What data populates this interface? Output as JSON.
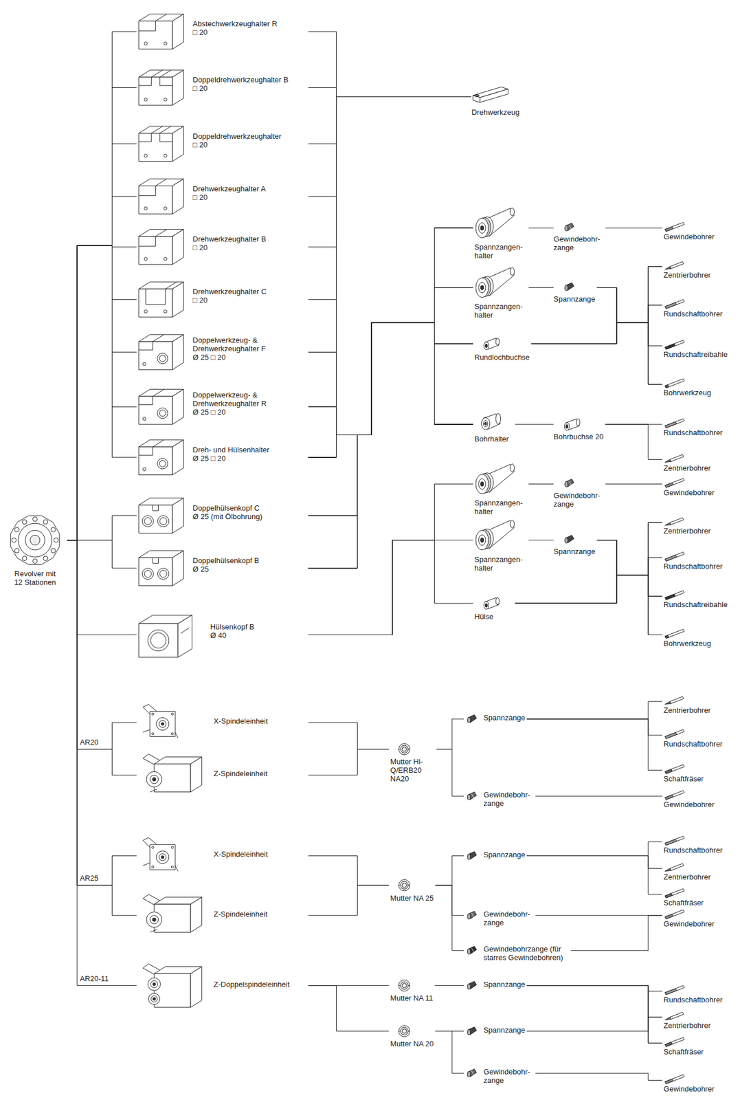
{
  "diagram": {
    "nodes": [
      {
        "text": [
          "Revolver mit 12 Stationen"
        ]
      },
      {
        "text": [
          "Abstechwerkzeughalter R",
          "□ 20"
        ]
      },
      {
        "text": [
          "Doppeldrehwerkzeughalter B",
          "□ 20"
        ]
      },
      {
        "text": [
          "Doppeldrehwerkzeughalter",
          "□ 20"
        ]
      },
      {
        "text": [
          "Drehwerkzeughalter A",
          "□ 20"
        ]
      },
      {
        "text": [
          "Drehwerkzeughalter B",
          "□ 20"
        ]
      },
      {
        "text": [
          "Drehwerkzeughalter C",
          "□ 20"
        ]
      },
      {
        "text": [
          "Doppelwerkzeug- & Drehwerkzeughalter F",
          "Ø 25 □ 20"
        ]
      },
      {
        "text": [
          "Doppelwerkzeug- & Drehwerkzeughalter R",
          "Ø 25 □ 20"
        ]
      },
      {
        "text": [
          "Dreh- und Hülsenhalter",
          "Ø 25 □ 20"
        ]
      },
      {
        "text": [
          "Doppelhülsenkopf C",
          "Ø 25 (mit Ölbohrung)"
        ]
      },
      {
        "text": [
          "Doppelhülsenkopf B",
          "Ø 25"
        ]
      },
      {
        "text": [
          "Hülsenkopf B",
          "Ø 40"
        ]
      },
      {
        "text": [
          "Drehwerkzeug"
        ]
      },
      {
        "text": [
          "Spannzangen- halter"
        ]
      },
      {
        "text": [
          "Gewindebohr- zange"
        ]
      },
      {
        "text": [
          "Gewindebohrer"
        ]
      },
      {
        "text": [
          "Spannzangen- halter"
        ]
      },
      {
        "text": [
          "Spannzange"
        ]
      },
      {
        "text": [
          "Rundlochbuchse"
        ]
      },
      {
        "text": [
          "Zentrierbohrer"
        ]
      },
      {
        "text": [
          "Rundschaftbohrer"
        ]
      },
      {
        "text": [
          "Rundschaftreibahle"
        ]
      },
      {
        "text": [
          "Bohrwerkzeug"
        ]
      },
      {
        "text": [
          "Bohrhalter"
        ]
      },
      {
        "text": [
          "Bohrbuchse 20"
        ]
      },
      {
        "text": [
          "Rundschaftbohrer"
        ]
      },
      {
        "text": [
          "Zentrierbohrer"
        ]
      },
      {
        "text": [
          "Spannzangen- halter"
        ]
      },
      {
        "text": [
          "Gewindebohr- zange"
        ]
      },
      {
        "text": [
          "Gewindebohrer"
        ]
      },
      {
        "text": [
          "Spannzangen- halter"
        ]
      },
      {
        "text": [
          "Spannzange"
        ]
      },
      {
        "text": [
          "Hülse"
        ]
      },
      {
        "text": [
          "Zentrierbohrer"
        ]
      },
      {
        "text": [
          "Rundschaftbohrer"
        ]
      },
      {
        "text": [
          "Rundschaftreibahle"
        ]
      },
      {
        "text": [
          "Bohrwerkzeug"
        ]
      },
      {
        "text": [
          "X-Spindeleinheit"
        ]
      },
      {
        "text": [
          "Z-Spindeleinheit"
        ]
      },
      {
        "text": [
          "Mutter Hi-Q/ERB20 NA20"
        ]
      },
      {
        "text": [
          "Spannzange"
        ]
      },
      {
        "text": [
          "Gewindebohr- zange"
        ]
      },
      {
        "text": [
          "Zentrierbohrer"
        ]
      },
      {
        "text": [
          "Rundschaftbohrer"
        ]
      },
      {
        "text": [
          "Schaftfräser"
        ]
      },
      {
        "text": [
          "Gewindebohrer"
        ]
      },
      {
        "text": [
          "X-Spindeleinheit"
        ]
      },
      {
        "text": [
          "Z-Spindeleinheit"
        ]
      },
      {
        "text": [
          "Mutter NA 25"
        ]
      },
      {
        "text": [
          "Spannzange"
        ]
      },
      {
        "text": [
          "Gewindebohr- zange"
        ]
      },
      {
        "text": [
          "Gewindebohrzange (für starres Gewindebohren)"
        ]
      },
      {
        "text": [
          "Rundschaftbohrer"
        ]
      },
      {
        "text": [
          "Zentrierbohrer"
        ]
      },
      {
        "text": [
          "Schaftfräser"
        ]
      },
      {
        "text": [
          "Gewindebohrer"
        ]
      },
      {
        "text": [
          "Z-Doppelspindeleinheit"
        ]
      },
      {
        "text": [
          "Mutter NA 11"
        ]
      },
      {
        "text": [
          "Mutter NA 20"
        ]
      },
      {
        "text": [
          "Spannzange"
        ]
      },
      {
        "text": [
          "Spannzange"
        ]
      },
      {
        "text": [
          "Gewindebohr- zange"
        ]
      },
      {
        "text": [
          "Rundschaftbohrer"
        ]
      },
      {
        "text": [
          "Zentrierbohrer"
        ]
      },
      {
        "text": [
          "Schaftfräser"
        ]
      },
      {
        "text": [
          "Gewindebohrer"
        ]
      }
    ],
    "edges": [
      {
        "from": 0,
        "to": 1,
        "arrow": "none"
      },
      {
        "from": 0,
        "to": 2,
        "arrow": "none"
      },
      {
        "from": 0,
        "to": 3,
        "arrow": "none"
      },
      {
        "from": 0,
        "to": 4,
        "arrow": "none"
      },
      {
        "from": 0,
        "to": 5,
        "arrow": "none"
      },
      {
        "from": 0,
        "to": 6,
        "arrow": "none"
      },
      {
        "from": 0,
        "to": 7,
        "arrow": "none"
      },
      {
        "from": 0,
        "to": 8,
        "arrow": "none"
      },
      {
        "from": 0,
        "to": 9,
        "arrow": "none"
      },
      {
        "from": 0,
        "to": 10,
        "arrow": "none"
      },
      {
        "from": 0,
        "to": 11,
        "arrow": "none"
      },
      {
        "from": 0,
        "to": 12,
        "arrow": "none"
      },
      {
        "from": 0,
        "to": 38,
        "arrow": "none"
      },
      {
        "from": 0,
        "to": 39,
        "arrow": "none"
      },
      {
        "from": 0,
        "to": 47,
        "arrow": "none"
      },
      {
        "from": 0,
        "to": 48,
        "arrow": "none"
      },
      {
        "from": 0,
        "to": 57,
        "arrow": "none"
      },
      {
        "from": 1,
        "to": 13,
        "arrow": "none"
      },
      {
        "from": 2,
        "to": 13,
        "arrow": "none"
      },
      {
        "from": 3,
        "to": 13,
        "arrow": "none"
      },
      {
        "from": 4,
        "to": 13,
        "arrow": "none"
      },
      {
        "from": 5,
        "to": 13,
        "arrow": "none"
      },
      {
        "from": 6,
        "to": 13,
        "arrow": "none"
      },
      {
        "from": 7,
        "to": 13,
        "arrow": "none"
      },
      {
        "from": 8,
        "to": 13,
        "arrow": "none"
      },
      {
        "from": 9,
        "to": 13,
        "arrow": "none"
      },
      {
        "from": 7,
        "to": 14,
        "arrow": "none"
      },
      {
        "from": 7,
        "to": 17,
        "arrow": "none"
      },
      {
        "from": 7,
        "to": 19,
        "arrow": "none"
      },
      {
        "from": 7,
        "to": 24,
        "arrow": "none"
      },
      {
        "from": 8,
        "to": 14,
        "arrow": "none"
      },
      {
        "from": 8,
        "to": 17,
        "arrow": "none"
      },
      {
        "from": 8,
        "to": 19,
        "arrow": "none"
      },
      {
        "from": 8,
        "to": 24,
        "arrow": "none"
      },
      {
        "from": 9,
        "to": 14,
        "arrow": "none"
      },
      {
        "from": 9,
        "to": 17,
        "arrow": "none"
      },
      {
        "from": 9,
        "to": 19,
        "arrow": "none"
      },
      {
        "from": 9,
        "to": 24,
        "arrow": "none"
      },
      {
        "from": 10,
        "to": 14,
        "arrow": "none"
      },
      {
        "from": 10,
        "to": 17,
        "arrow": "none"
      },
      {
        "from": 10,
        "to": 19,
        "arrow": "none"
      },
      {
        "from": 10,
        "to": 24,
        "arrow": "none"
      },
      {
        "from": 11,
        "to": 14,
        "arrow": "none"
      },
      {
        "from": 11,
        "to": 17,
        "arrow": "none"
      },
      {
        "from": 11,
        "to": 19,
        "arrow": "none"
      },
      {
        "from": 11,
        "to": 24,
        "arrow": "none"
      },
      {
        "from": 14,
        "to": 15,
        "arrow": "none"
      },
      {
        "from": 15,
        "to": 16,
        "arrow": "none"
      },
      {
        "from": 17,
        "to": 18,
        "arrow": "none"
      },
      {
        "from": 18,
        "to": 20,
        "arrow": "none"
      },
      {
        "from": 18,
        "to": 21,
        "arrow": "none"
      },
      {
        "from": 18,
        "to": 22,
        "arrow": "none"
      },
      {
        "from": 18,
        "to": 23,
        "arrow": "none"
      },
      {
        "from": 19,
        "to": 20,
        "arrow": "none"
      },
      {
        "from": 19,
        "to": 21,
        "arrow": "none"
      },
      {
        "from": 19,
        "to": 22,
        "arrow": "none"
      },
      {
        "from": 19,
        "to": 23,
        "arrow": "none"
      },
      {
        "from": 24,
        "to": 25,
        "arrow": "none"
      },
      {
        "from": 25,
        "to": 26,
        "arrow": "none"
      },
      {
        "from": 25,
        "to": 27,
        "arrow": "none"
      },
      {
        "from": 12,
        "to": 28,
        "arrow": "none"
      },
      {
        "from": 12,
        "to": 31,
        "arrow": "none"
      },
      {
        "from": 12,
        "to": 33,
        "arrow": "none"
      },
      {
        "from": 28,
        "to": 29,
        "arrow": "none"
      },
      {
        "from": 29,
        "to": 30,
        "arrow": "none"
      },
      {
        "from": 31,
        "to": 32,
        "arrow": "none"
      },
      {
        "from": 32,
        "to": 34,
        "arrow": "none"
      },
      {
        "from": 32,
        "to": 35,
        "arrow": "none"
      },
      {
        "from": 32,
        "to": 36,
        "arrow": "none"
      },
      {
        "from": 32,
        "to": 37,
        "arrow": "none"
      },
      {
        "from": 33,
        "to": 34,
        "arrow": "none"
      },
      {
        "from": 33,
        "to": 35,
        "arrow": "none"
      },
      {
        "from": 33,
        "to": 36,
        "arrow": "none"
      },
      {
        "from": 33,
        "to": 37,
        "arrow": "none"
      },
      {
        "from": 38,
        "to": 40,
        "arrow": "none"
      },
      {
        "from": 39,
        "to": 40,
        "arrow": "none"
      },
      {
        "from": 40,
        "to": 41,
        "arrow": "none"
      },
      {
        "from": 40,
        "to": 42,
        "arrow": "none"
      },
      {
        "from": 41,
        "to": 43,
        "arrow": "none"
      },
      {
        "from": 41,
        "to": 44,
        "arrow": "none"
      },
      {
        "from": 41,
        "to": 45,
        "arrow": "none"
      },
      {
        "from": 42,
        "to": 46,
        "arrow": "none"
      },
      {
        "from": 47,
        "to": 49,
        "arrow": "none"
      },
      {
        "from": 48,
        "to": 49,
        "arrow": "none"
      },
      {
        "from": 49,
        "to": 50,
        "arrow": "none"
      },
      {
        "from": 49,
        "to": 51,
        "arrow": "none"
      },
      {
        "from": 49,
        "to": 52,
        "arrow": "none"
      },
      {
        "from": 50,
        "to": 53,
        "arrow": "none"
      },
      {
        "from": 50,
        "to": 54,
        "arrow": "none"
      },
      {
        "from": 50,
        "to": 55,
        "arrow": "none"
      },
      {
        "from": 51,
        "to": 56,
        "arrow": "none"
      },
      {
        "from": 52,
        "to": 56,
        "arrow": "none"
      },
      {
        "from": 57,
        "to": 58,
        "arrow": "none"
      },
      {
        "from": 57,
        "to": 59,
        "arrow": "none"
      },
      {
        "from": 58,
        "to": 60,
        "arrow": "none"
      },
      {
        "from": 59,
        "to": 61,
        "arrow": "none"
      },
      {
        "from": 59,
        "to": 62,
        "arrow": "none"
      },
      {
        "from": 60,
        "to": 63,
        "arrow": "none"
      },
      {
        "from": 60,
        "to": 64,
        "arrow": "none"
      },
      {
        "from": 60,
        "to": 65,
        "arrow": "none"
      },
      {
        "from": 61,
        "to": 63,
        "arrow": "none"
      },
      {
        "from": 61,
        "to": 64,
        "arrow": "none"
      },
      {
        "from": 61,
        "to": 65,
        "arrow": "none"
      },
      {
        "from": 62,
        "to": 66,
        "arrow": "none"
      }
    ],
    "labels": [
      "AR20",
      "AR25",
      "AR20-11"
    ]
  }
}
